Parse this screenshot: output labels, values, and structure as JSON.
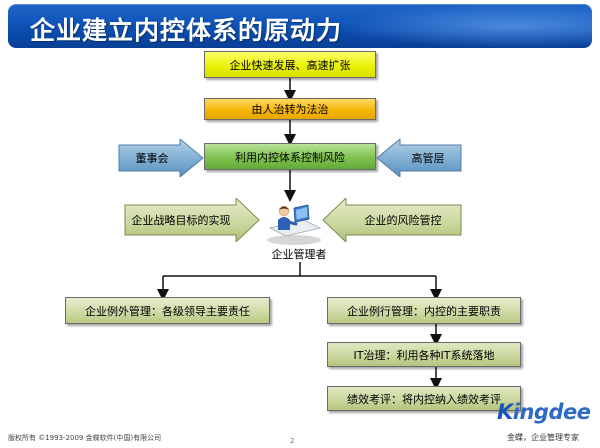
{
  "title": "企业建立内控体系的原动力",
  "flow": {
    "step1": "企业快速发展、高速扩张",
    "step2": "由人治转为法治",
    "step3": "利用内控体系控制风险",
    "left_party": "董事会",
    "right_party": "高管层",
    "left_driver": "企业战略目标的实现",
    "right_driver": "企业的风险管控",
    "center_role": "企业管理者",
    "manager_icon": "person-at-computer-icon",
    "left_branch": "企业例外管理：各级领导主要责任",
    "right_branch": {
      "item1": "企业例行管理：内控的主要职责",
      "item2": "IT治理：利用各种IT系统落地",
      "item3": "绩效考评：将内控纳入绩效考评"
    }
  },
  "footer": {
    "copyright": "版权所有 ©1993-2009 金蝶软件(中国)有限公司",
    "page_number": "2"
  },
  "brand": {
    "logo_prefix": "K",
    "logo_rest": "ingdee",
    "tagline": "金蝶，企业管理专家"
  },
  "colors": {
    "title_bar": "#0b4fb3",
    "yellow_box": "#e8f000",
    "orange_box": "#f5b400",
    "green_box": "#7fc24f",
    "blue_arrow": "#7aaad0",
    "olive_box": "#cdd9a3",
    "brand_blue": "#2e69c6"
  }
}
